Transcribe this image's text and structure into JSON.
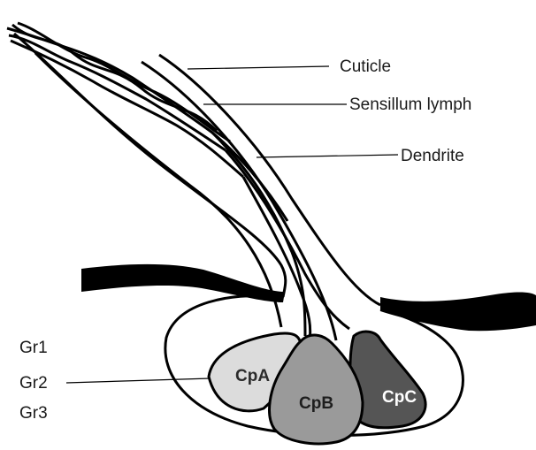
{
  "labels": {
    "cuticle": "Cuticle",
    "lymph": "Sensillum lymph",
    "dendrite": "Dendrite",
    "gr1": "Gr1",
    "gr2": "Gr2",
    "gr3": "Gr3"
  },
  "cells": {
    "cpa": {
      "label": "CpA",
      "fill": "#dcdcdc",
      "text": "#2b2b2b"
    },
    "cpb": {
      "label": "CpB",
      "fill": "#9a9a9a",
      "text": "#1e1e1e"
    },
    "cpc": {
      "label": "CpC",
      "fill": "#555555",
      "text": "#ffffff"
    }
  },
  "colors": {
    "stroke": "#000000",
    "background": "#ffffff"
  }
}
